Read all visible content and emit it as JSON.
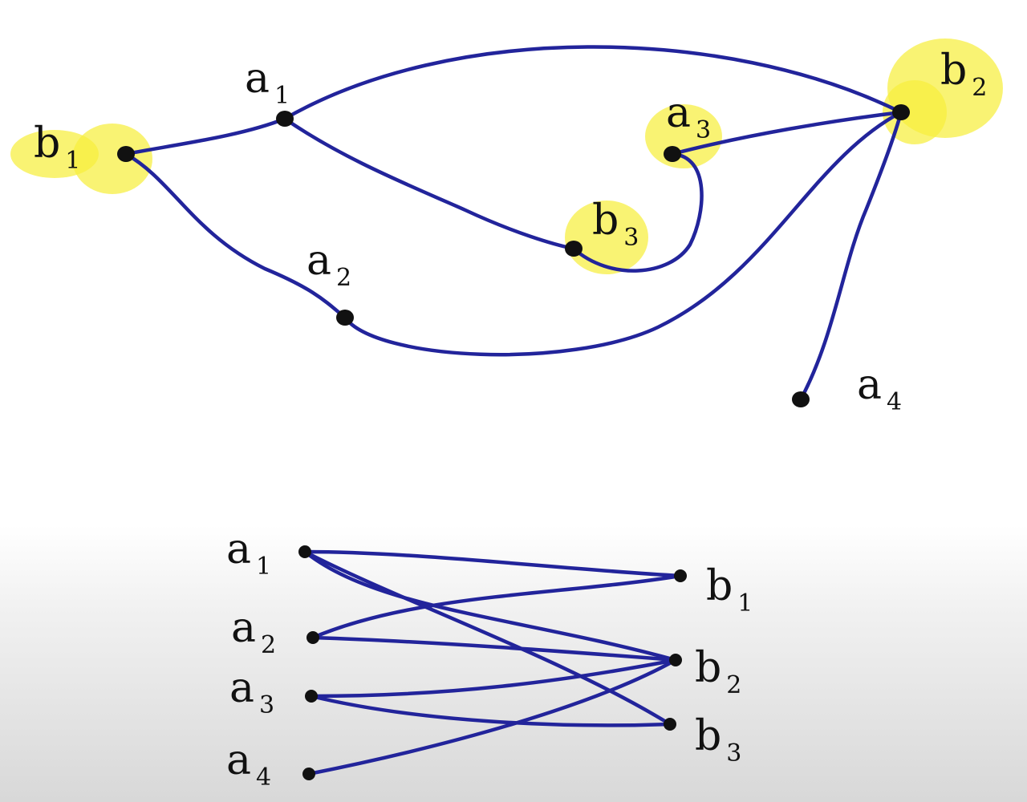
{
  "graph": {
    "highlighted_nodes": [
      "b1",
      "b2",
      "a3",
      "b3"
    ],
    "nodes": [
      {
        "id": "a1",
        "letter": "a",
        "subscript": "1"
      },
      {
        "id": "a2",
        "letter": "a",
        "subscript": "2"
      },
      {
        "id": "a3",
        "letter": "a",
        "subscript": "3"
      },
      {
        "id": "a4",
        "letter": "a",
        "subscript": "4"
      },
      {
        "id": "b1",
        "letter": "b",
        "subscript": "1"
      },
      {
        "id": "b2",
        "letter": "b",
        "subscript": "2"
      },
      {
        "id": "b3",
        "letter": "b",
        "subscript": "3"
      }
    ],
    "edges": [
      [
        "b1",
        "a1"
      ],
      [
        "b1",
        "a2"
      ],
      [
        "a1",
        "b2"
      ],
      [
        "a1",
        "b3"
      ],
      [
        "a2",
        "b2"
      ],
      [
        "a3",
        "b2"
      ],
      [
        "a3",
        "b3"
      ],
      [
        "a4",
        "b2"
      ]
    ]
  },
  "bipartite": {
    "left": [
      {
        "id": "a1",
        "letter": "a",
        "subscript": "1"
      },
      {
        "id": "a2",
        "letter": "a",
        "subscript": "2"
      },
      {
        "id": "a3",
        "letter": "a",
        "subscript": "3"
      },
      {
        "id": "a4",
        "letter": "a",
        "subscript": "4"
      }
    ],
    "right": [
      {
        "id": "b1",
        "letter": "b",
        "subscript": "1"
      },
      {
        "id": "b2",
        "letter": "b",
        "subscript": "2"
      },
      {
        "id": "b3",
        "letter": "b",
        "subscript": "3"
      }
    ],
    "edges": [
      [
        "a1",
        "b1"
      ],
      [
        "a1",
        "b2"
      ],
      [
        "a1",
        "b3"
      ],
      [
        "a2",
        "b1"
      ],
      [
        "a2",
        "b2"
      ],
      [
        "a3",
        "b2"
      ],
      [
        "a3",
        "b3"
      ],
      [
        "a4",
        "b2"
      ]
    ]
  },
  "colors": {
    "edge": "#22249b",
    "node": "#111111",
    "highlight": "#f7ee3d"
  }
}
